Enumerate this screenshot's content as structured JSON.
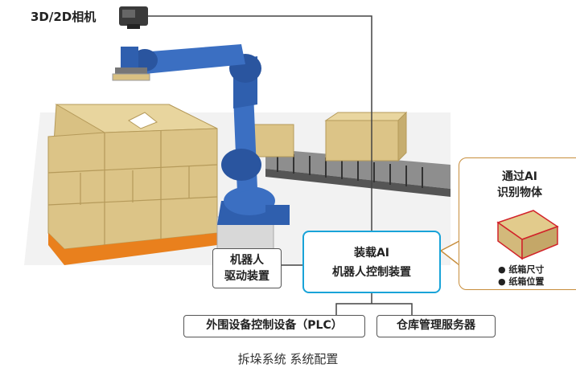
{
  "camera_label": "3D/2D相机",
  "robot_drive": {
    "line1": "机器人",
    "line2": "驱动装置"
  },
  "controller": {
    "line1": "装载AI",
    "line2": "机器人控制装置"
  },
  "ai_panel": {
    "title1": "通过AI",
    "title2": "识别物体",
    "items": [
      "● 纸箱尺寸",
      "● 纸箱位置"
    ]
  },
  "peripheral_box": "外围设备控制设备（PLC）",
  "warehouse_box": "仓库管理服务器",
  "caption": "拆垛系统 系统配置",
  "colors": {
    "controller_border": "#19a3d8",
    "panel_border": "#c78d3b",
    "pallet": "#e9801d",
    "robot": "#2f5fae",
    "carton": "#dcc487"
  }
}
